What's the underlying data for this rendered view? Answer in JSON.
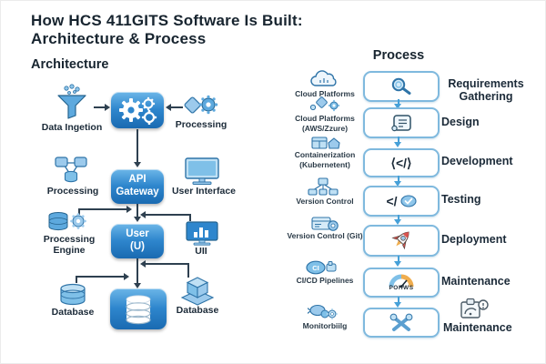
{
  "title": {
    "line1": "How HCS 411GITS Software Is Built:",
    "line2": "Architecture & Process"
  },
  "architecture": {
    "heading": "Architecture",
    "labels": {
      "data_ingestion": "Data Ingetion",
      "processing_top": "Processing",
      "processing_mid": "Processing",
      "api_gateway": "API Gateway",
      "user_interface": "User Interface",
      "processing_engine": "Processing Engine",
      "user_box": "User (U)",
      "uii": "UII",
      "database_left": "Database",
      "database_right": "Database"
    },
    "icons": [
      "funnel-icon",
      "gears-icon",
      "diamond-gear-icon",
      "network-icon",
      "monitor-icon",
      "database-gear-icon",
      "monitor-chart-icon",
      "cylinder-icon",
      "database-stack-icon",
      "cube-icon"
    ]
  },
  "process": {
    "heading": "Process",
    "steps": [
      {
        "left_label": "Cloud Platforms",
        "left_icon": "cloud-icon",
        "box_icon": "magnifier-icon",
        "right_label": "Requirements Gathering"
      },
      {
        "left_label": "Cloud Platforms (AWS/Zzure)",
        "left_icon": "cloud-services-icon",
        "box_icon": "scroll-icon",
        "right_label": "Design"
      },
      {
        "left_label": "Containerization (Kubernetent)",
        "left_icon": "container-window-icon",
        "box_icon": "code-brackets-icon",
        "box_text": "⟨</⟩",
        "right_label": "Development"
      },
      {
        "left_label": "Version Control",
        "left_icon": "flowchart-icon",
        "box_icon": "code-check-icon",
        "box_text": "</",
        "right_label": "Testing"
      },
      {
        "left_label": "Version Control (Git)",
        "left_icon": "repo-window-icon",
        "box_icon": "rocket-icon",
        "right_label": "Deployment"
      },
      {
        "left_label": "CI/CD Pipelines",
        "left_icon": "ci-bubble-icon",
        "left_icon_text": "CI",
        "box_icon": "gauge-icon",
        "box_text": "POHWS",
        "right_label": "Maintenance"
      },
      {
        "left_label": "Monitorbiilg",
        "left_icon": "monitoring-icon",
        "box_icon": "tools-icon",
        "right_label": "Maintenance",
        "right_icon": "clipboard-gauge-icon"
      }
    ]
  },
  "colors": {
    "text_navy": "#1b2a38",
    "box_blue_top": "#6cb6e8",
    "box_blue_bottom": "#1a6ab1",
    "process_box_border": "#7fb9de",
    "process_arrow": "#46a0d8",
    "icon_fill": "#9ccaec",
    "icon_stroke": "#2f74a8",
    "connector": "#2e4050",
    "rocket_red": "#d9534f",
    "gauge_orange": "#f0ad4e"
  }
}
